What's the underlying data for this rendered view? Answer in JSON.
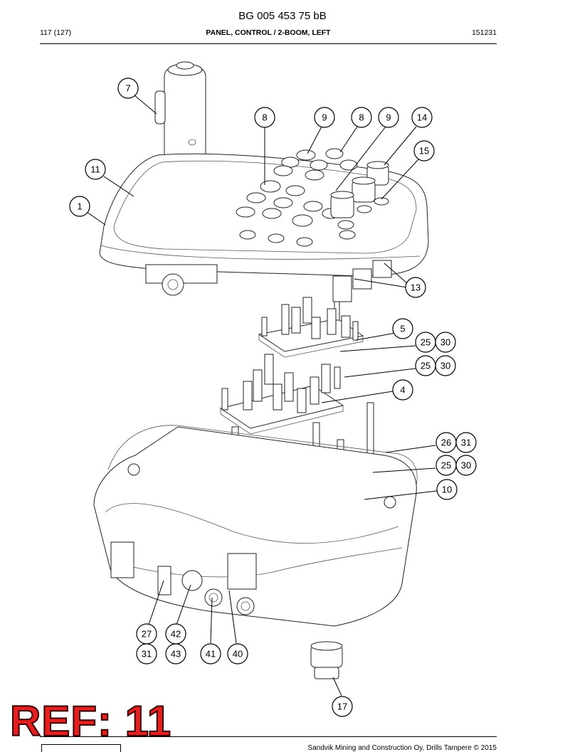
{
  "header": {
    "doc_code": "BG 005 453 75 bB",
    "page": "117 (127)",
    "title": "PANEL, CONTROL / 2-BOOM, LEFT",
    "date_code": "151231"
  },
  "stamp": {
    "text": "REF: 11",
    "color": "#e41f1f"
  },
  "footer": {
    "text": "Sandvik Mining and Construction Oy, Drills Tampere © 2015"
  },
  "callouts": {
    "c7": "7",
    "c8a": "8",
    "c9a": "9",
    "c8b": "8",
    "c9b": "9",
    "c14": "14",
    "c15": "15",
    "c11": "11",
    "c1": "1",
    "c13": "13",
    "c5": "5",
    "c25a": "25",
    "c30a": "30",
    "c25b": "25",
    "c30b": "30",
    "c4": "4",
    "c26": "26",
    "c31a": "31",
    "c25c": "25",
    "c30c": "30",
    "c10": "10",
    "c27": "27",
    "c42": "42",
    "c31b": "31",
    "c43": "43",
    "c41": "41",
    "c40": "40",
    "c17": "17"
  }
}
